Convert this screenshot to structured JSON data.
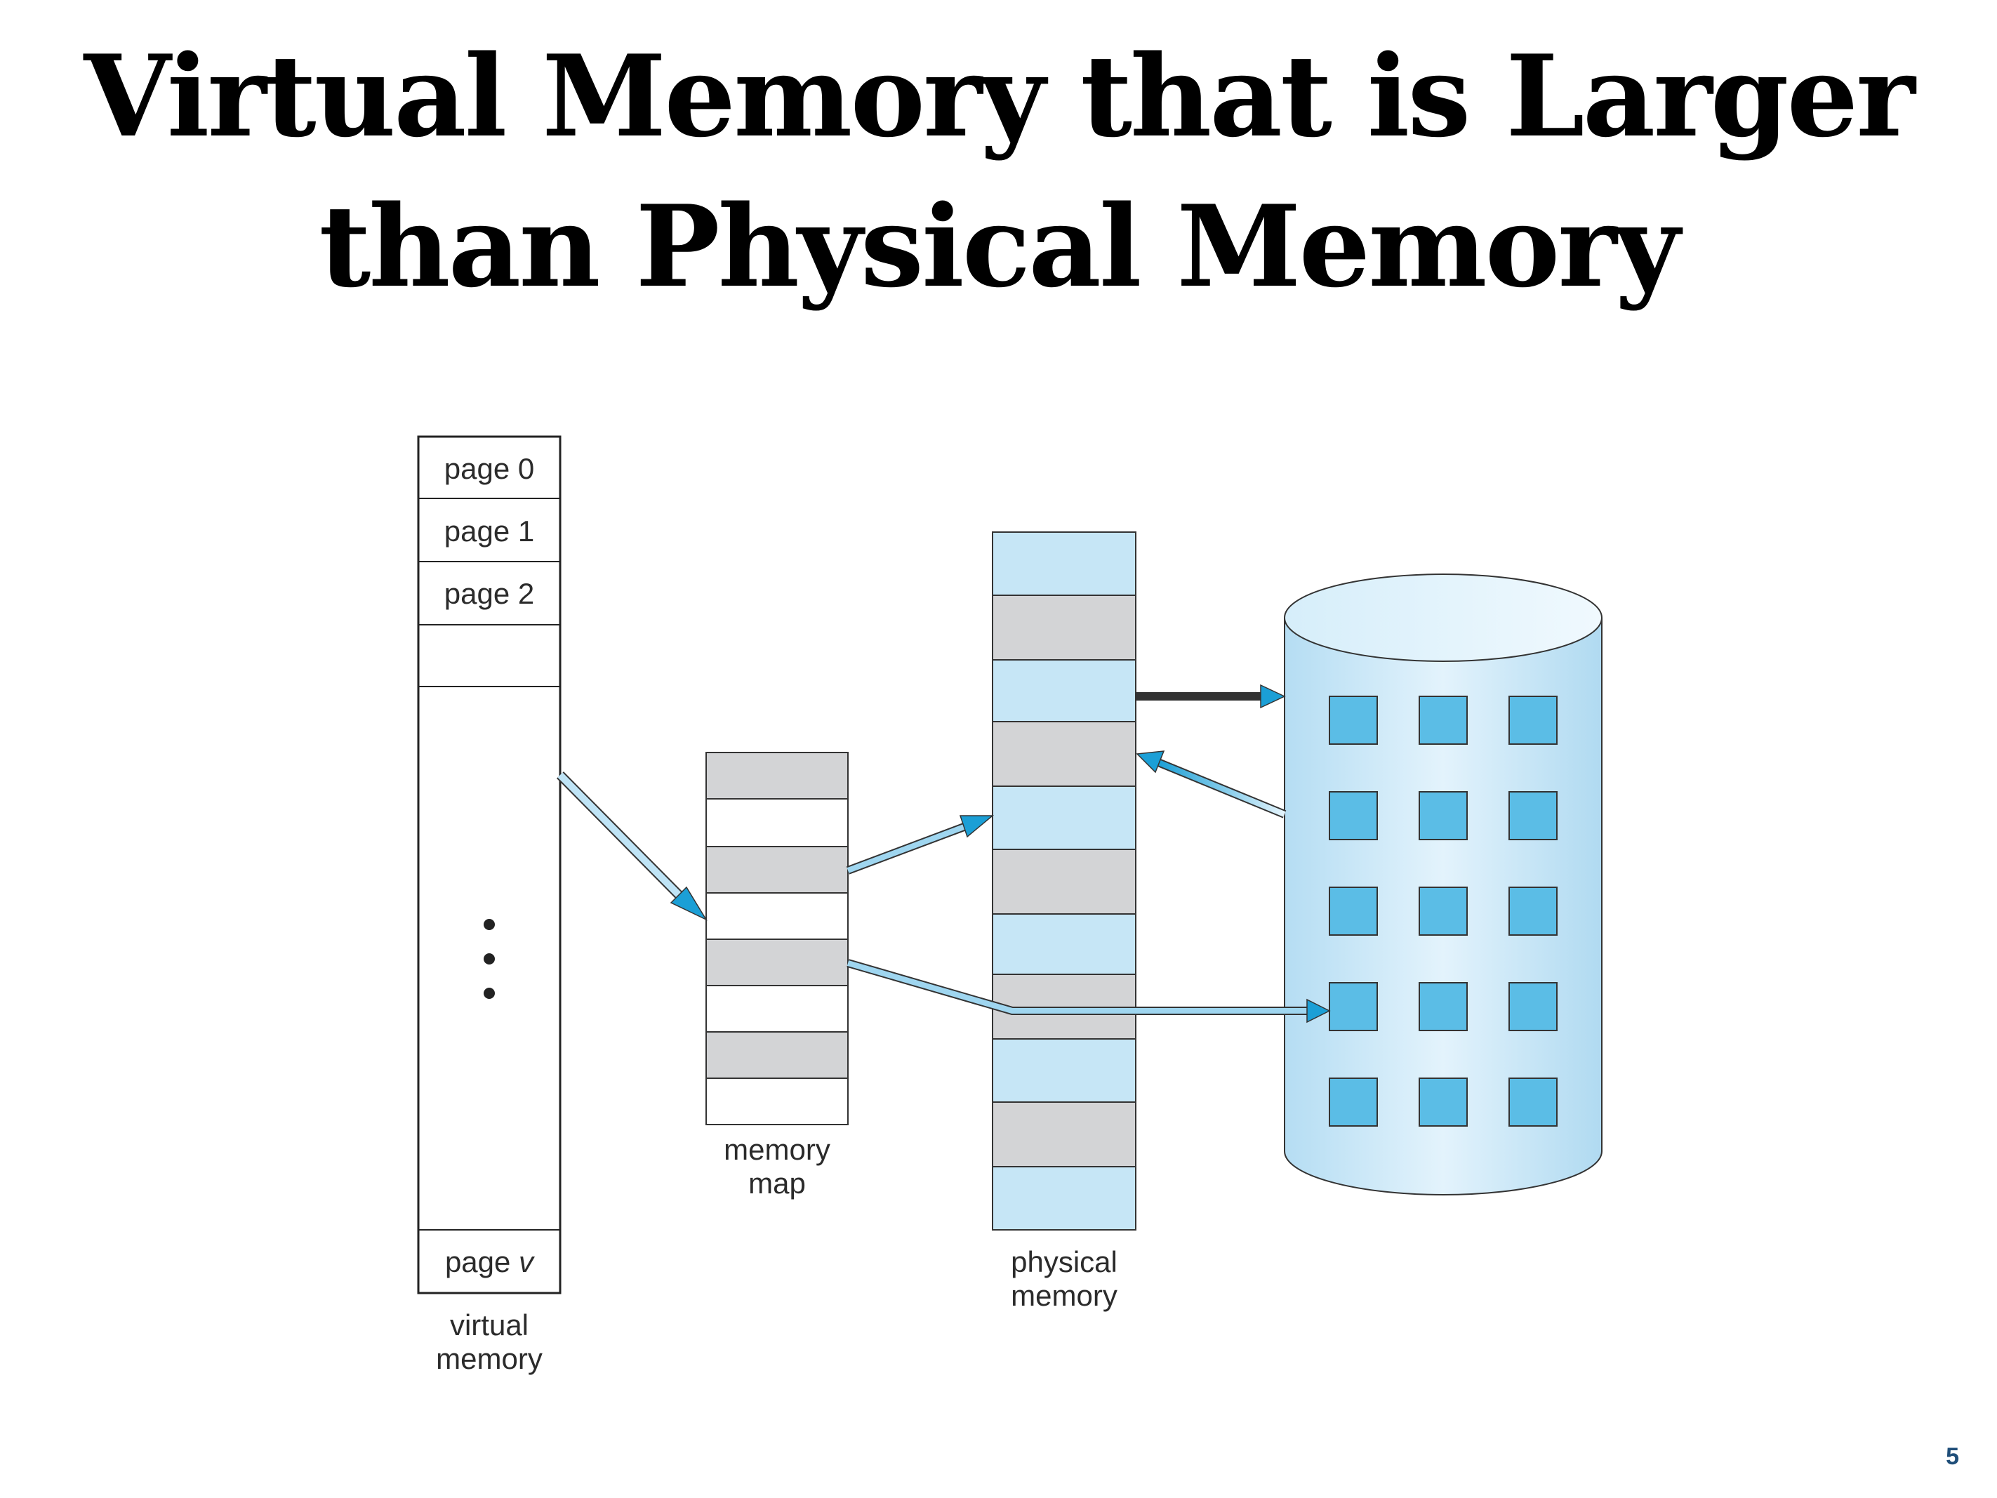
{
  "title": {
    "line1": "Virtual Memory that is Larger",
    "line2": "than Physical Memory"
  },
  "virtual_memory": {
    "pages": [
      "page 0",
      "page 1",
      "page 2"
    ],
    "last_page_prefix": "page ",
    "last_page_var": "v",
    "caption_line1": "virtual",
    "caption_line2": "memory",
    "ellipsis_icon": "vertical-ellipsis"
  },
  "memory_map": {
    "caption_line1": "memory",
    "caption_line2": "map"
  },
  "physical_memory": {
    "caption_line1": "physical",
    "caption_line2": "memory"
  },
  "disk": {
    "icon": "cylinder-disk-icon"
  },
  "colors": {
    "gray_cell": "#d3d4d6",
    "light_blue_cell": "#c6e6f6",
    "block_blue": "#5bbde6",
    "arrow_blue": "#1b9fd6",
    "page_number": "#1f4e79"
  },
  "page_number": "5"
}
